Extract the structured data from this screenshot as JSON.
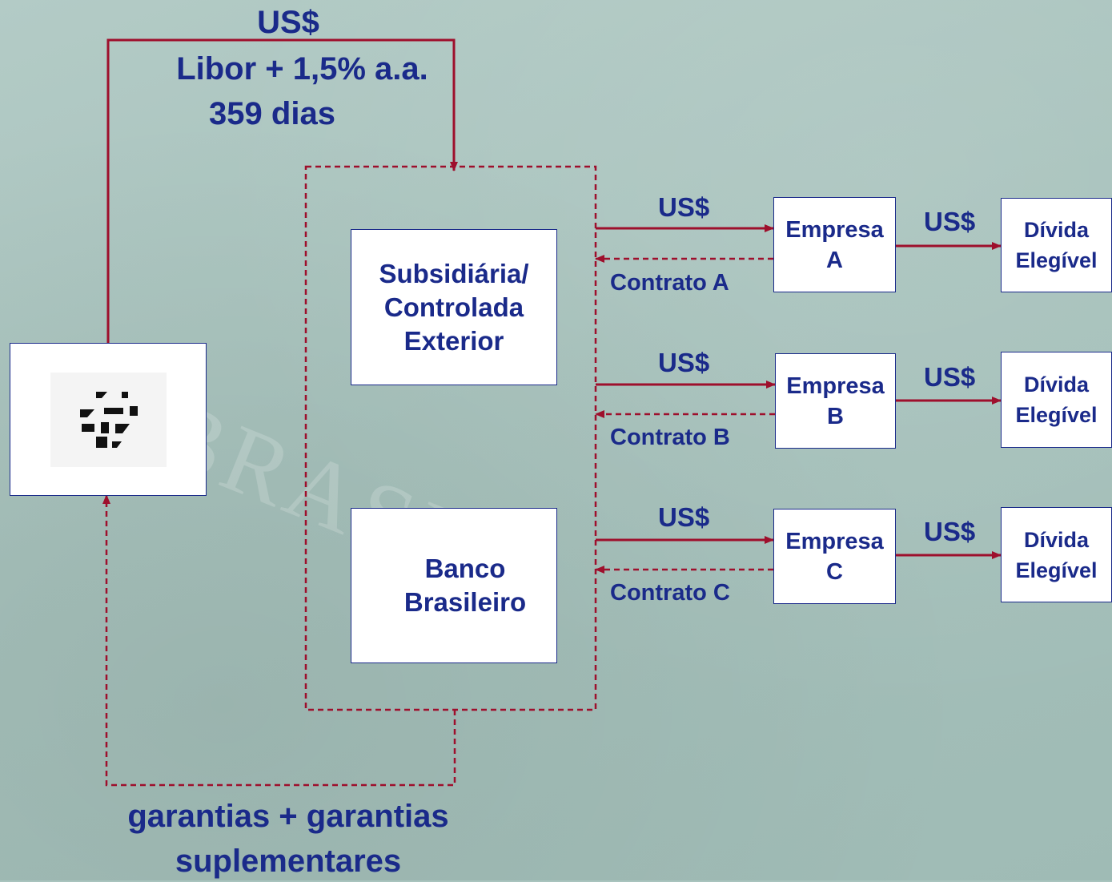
{
  "watermark": "BRASIL",
  "top_label": {
    "currency": "US$",
    "rate": "Libor + 1,5% a.a.",
    "term": "359 dias"
  },
  "central_boxes": {
    "subsidiary": [
      "Subsidiária/",
      "Controlada",
      "Exterior"
    ],
    "bank": [
      "Banco",
      "Brasileiro"
    ]
  },
  "rows": [
    {
      "flow": "US$",
      "contract": "Contrato A",
      "company": [
        "Empresa",
        "A"
      ],
      "debt_flow": "US$",
      "debt": [
        "Dívida",
        "Elegível"
      ]
    },
    {
      "flow": "US$",
      "contract": "Contrato B",
      "company": [
        "Empresa",
        "B"
      ],
      "debt_flow": "US$",
      "debt": [
        "Dívida",
        "Elegível"
      ]
    },
    {
      "flow": "US$",
      "contract": "Contrato C",
      "company": [
        "Empresa",
        "C"
      ],
      "debt_flow": "US$",
      "debt": [
        "Dívida",
        "Elegível"
      ]
    }
  ],
  "bottom_label": [
    "garantias + garantias",
    "suplementares"
  ],
  "logo_icon": "bndes-logo-icon",
  "colors": {
    "arrow": "#9e0f2c",
    "text": "#1a2a8a",
    "background": "#a9c4be"
  }
}
